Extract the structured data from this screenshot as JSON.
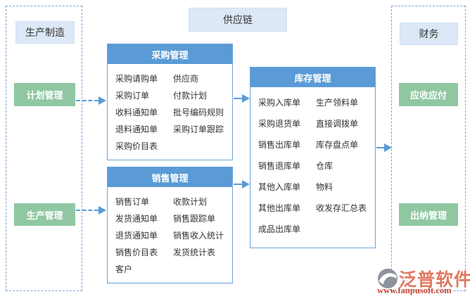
{
  "diagram": {
    "title": "供应链",
    "left_panel": {
      "title": "生产制造",
      "items": [
        {
          "label": "计划管理"
        },
        {
          "label": "生产管理"
        }
      ]
    },
    "right_panel": {
      "title": "财务",
      "items": [
        {
          "label": "应收应付"
        },
        {
          "label": "出纳管理"
        }
      ]
    },
    "modules": [
      {
        "title": "采购管理",
        "columns": [
          [
            "采购请购单",
            "采购订单",
            "收料通知单",
            "退料通知单",
            "采购价目表"
          ],
          [
            "供应商",
            "付款计划",
            "批号编码规则",
            "采购订单跟踪"
          ]
        ]
      },
      {
        "title": "销售管理",
        "columns": [
          [
            "销售订单",
            "发货通知单",
            "退货通知单",
            "销售价目表",
            "客户"
          ],
          [
            "收款计划",
            "销售跟踪单",
            "销售收入统计",
            "发货统计表"
          ]
        ]
      },
      {
        "title": "库存管理",
        "columns": [
          [
            "采购入库单",
            "采购退货单",
            "销售出库单",
            "销售退库单",
            "其他入库单",
            "其他出库单",
            "成品出库单"
          ],
          [
            "生产领料单",
            "直接调拨单",
            "库存盘点单",
            "仓库",
            "物料",
            "收发存汇总表"
          ]
        ]
      }
    ],
    "watermark": {
      "brand": "泛普软件",
      "url": "www.fanpusoft.com"
    },
    "colors": {
      "header_blue": "#5b9bd5",
      "light_blue_fill": "#dce8f6",
      "green_fill": "#8fc7a2",
      "border_blue": "#6ba3dd",
      "dashed_border": "#7da3d8",
      "brand_red": "#e0795f",
      "url_red": "#c94a35",
      "icon_gray": "#8d939c"
    }
  }
}
